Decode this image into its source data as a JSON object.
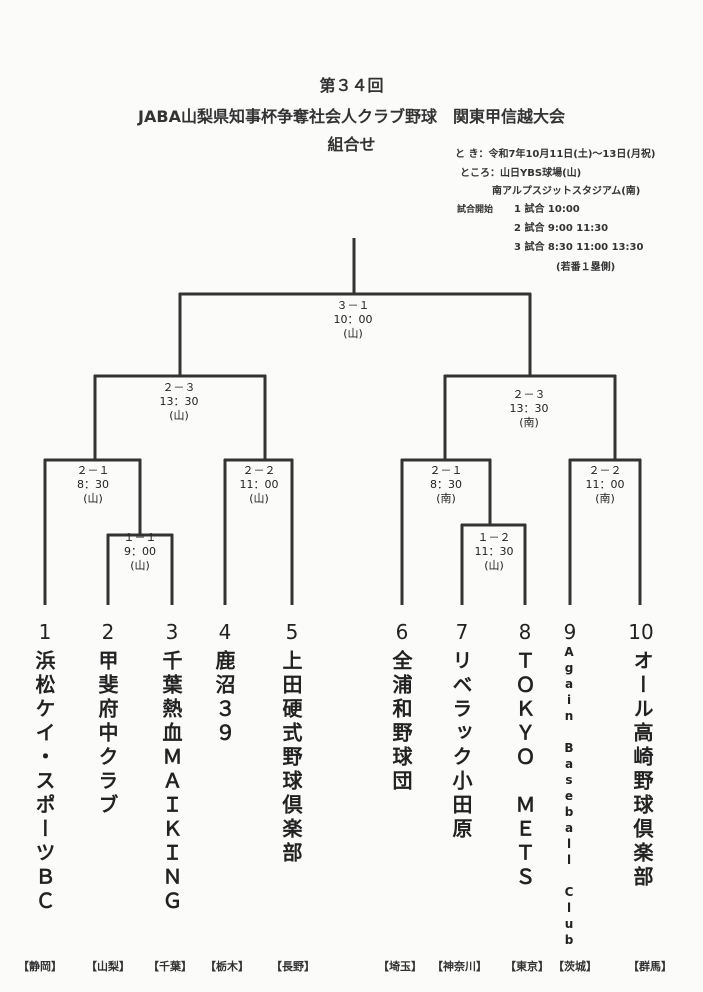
{
  "header": {
    "line1": "第３４回",
    "line2": "JABA山梨県知事杯争奪社会人クラブ野球　関東甲信越大会",
    "line3": "組合せ"
  },
  "info": {
    "date": "と き：令和7年10月11日(土)～13日(月祝)",
    "place1": "ところ：山日YBS球場(山)",
    "place2": "南アルプスジットスタジアム(南)",
    "start_label": "試合開始",
    "game1": "1 試合 10:00",
    "game2": "2 試合 9:00  11:30",
    "game3": "3 試合 8:30  11:00  13:30",
    "note": "(若番１塁側)"
  },
  "matches": {
    "final": {
      "id": "３－１",
      "time": "10：00",
      "venue": "(山)"
    },
    "semi_left": {
      "id": "２－３",
      "time": "13：30",
      "venue": "(山)"
    },
    "semi_right": {
      "id": "２－３",
      "time": "13：30",
      "venue": "(南)"
    },
    "qf1": {
      "id": "２－１",
      "time": "8：30",
      "venue": "(山)"
    },
    "r1_left": {
      "id": "１－１",
      "time": "9：00",
      "venue": "(山)"
    },
    "qf2": {
      "id": "２－２",
      "time": "11：00",
      "venue": "(山)"
    },
    "qf3": {
      "id": "２－１",
      "time": "8：30",
      "venue": "(南)"
    },
    "r1_right": {
      "id": "１－２",
      "time": "11：30",
      "venue": "(山)"
    },
    "qf4": {
      "id": "２－２",
      "time": "11：00",
      "venue": "(南)"
    }
  },
  "teams": [
    {
      "num": "1",
      "name": "浜松ケイ・スポーツＢＣ",
      "pref": "【静岡】"
    },
    {
      "num": "2",
      "name": "甲斐府中クラブ",
      "pref": "【山梨】"
    },
    {
      "num": "3",
      "name": "千葉熱血ＭＡＩＫＩＮＧ",
      "pref": "【千葉】"
    },
    {
      "num": "4",
      "name": "鹿沼３９",
      "pref": "【栃木】"
    },
    {
      "num": "5",
      "name": "上田硬式野球倶楽部",
      "pref": "【長野】"
    },
    {
      "num": "6",
      "name": "全浦和野球団",
      "pref": "【埼玉】"
    },
    {
      "num": "7",
      "name": "リベラック小田原",
      "pref": "【神奈川】"
    },
    {
      "num": "8",
      "name": "ＴＯＫＹＯ　ＭＥＴＳ",
      "pref": "【東京】"
    },
    {
      "num": "9",
      "name": "Again Baseball Club",
      "pref": "【茨城】"
    },
    {
      "num": "10",
      "name": "オール高崎野球倶楽部",
      "pref": "【群馬】"
    }
  ]
}
